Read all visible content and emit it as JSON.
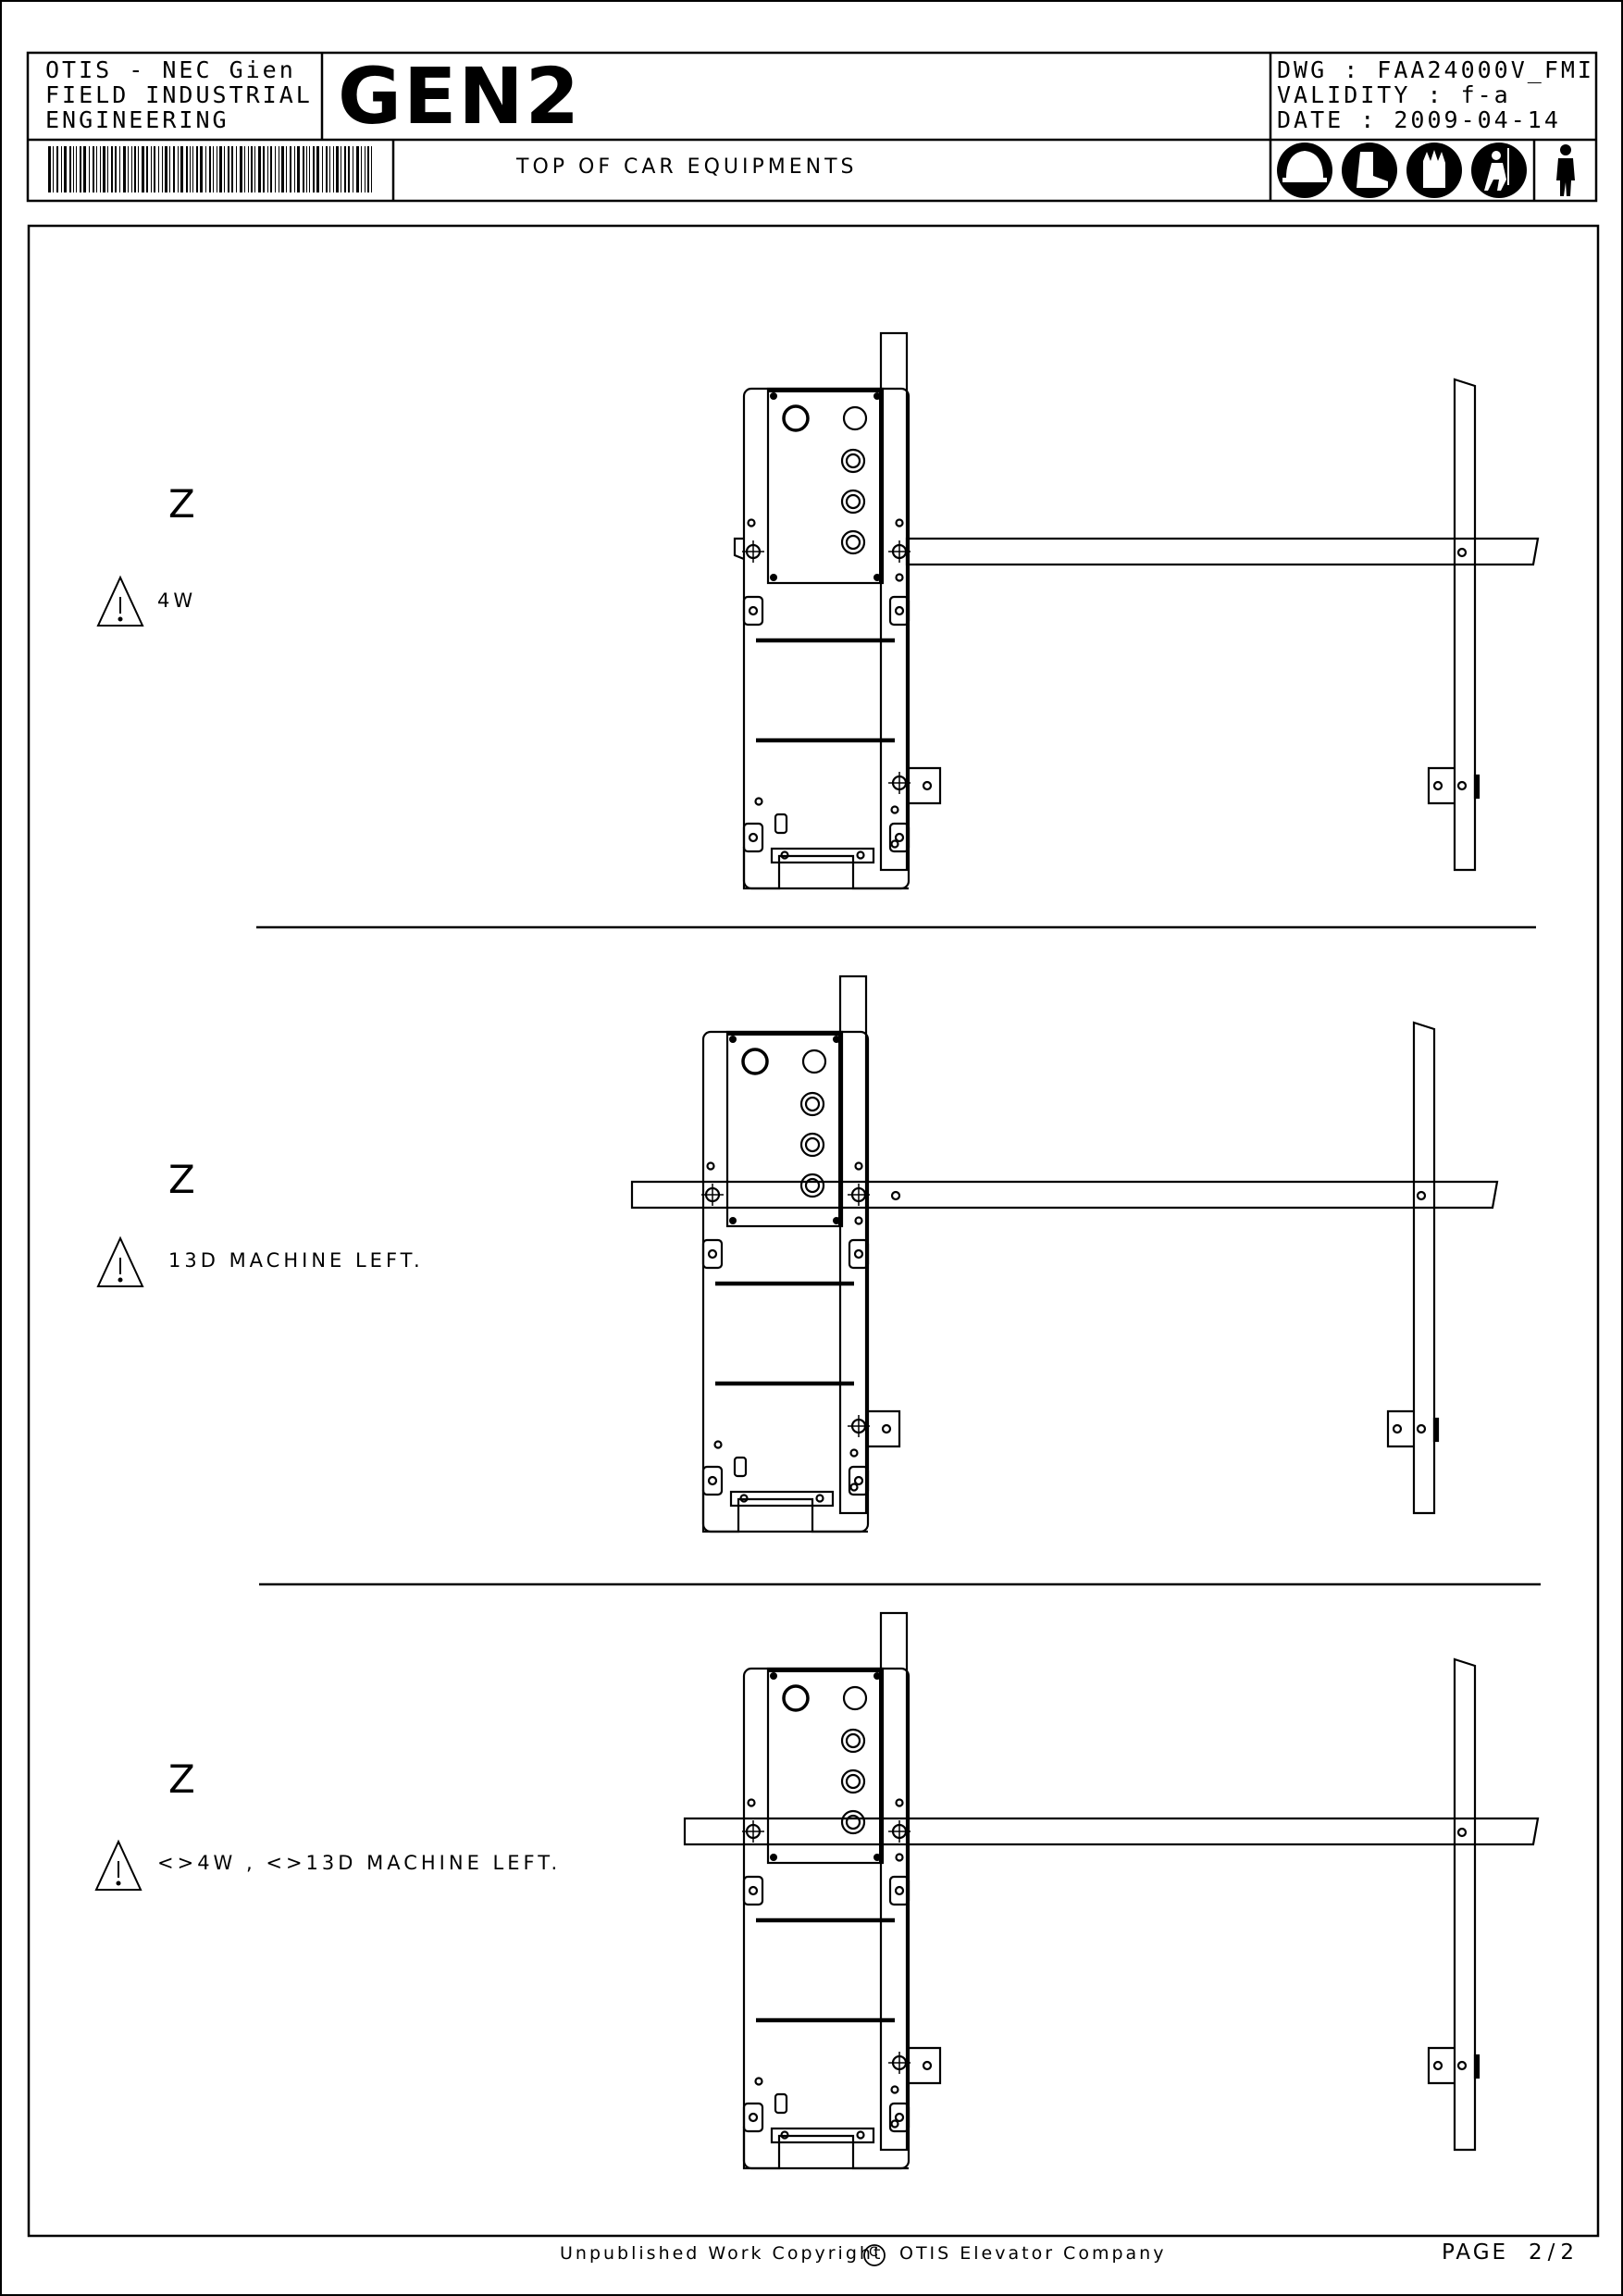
{
  "header": {
    "company_lines": [
      "OTIS - NEC Gien",
      "FIELD INDUSTRIAL",
      "ENGINEERING"
    ],
    "logo": "GEN2",
    "dwg": "DWG : FAA24000V_FMI",
    "validity": "VALIDITY : f-a",
    "date": "DATE : 2009-04-14",
    "title": "TOP OF CAR EQUIPMENTS",
    "ppe_icons": [
      "hard-hat-icon",
      "safety-boot-icon",
      "gloves-icon",
      "harness-icon",
      "person-icon"
    ]
  },
  "sections": [
    {
      "z_label": "Z",
      "warning": "4W"
    },
    {
      "z_label": "Z",
      "warning": "13D MACHINE LEFT."
    },
    {
      "z_label": "Z",
      "warning": "<>4W , <>13D MACHINE LEFT."
    }
  ],
  "footer": {
    "copyright_prefix": "Unpublished Work Copyright",
    "copyright_symbol": "C",
    "copyright_owner": "OTIS Elevator Company",
    "page_label": "PAGE",
    "page_value": "2/2"
  }
}
